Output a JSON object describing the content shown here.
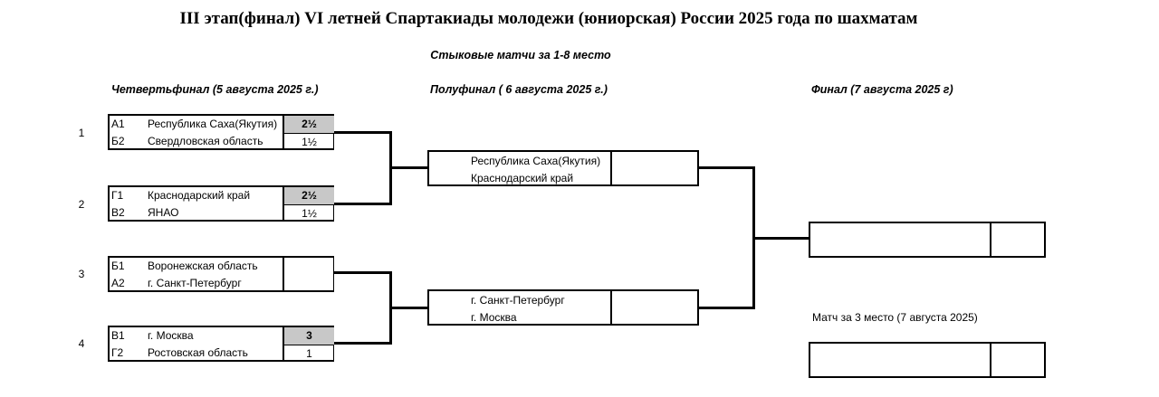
{
  "title": "III этап(финал) VI летней Спартакиады молодежи (юниорская) России 2025 года по шахматам",
  "subtitle": "Стыковые матчи за 1-8 место",
  "rounds": {
    "quarterfinal": "Четвертьфинал (5 августа 2025 г.)",
    "semifinal": "Полуфинал ( 6 августа 2025 г.)",
    "final": "Финал (7 августа 2025 г)"
  },
  "quarterfinals": [
    {
      "seed": "1",
      "top": {
        "code": "А1",
        "team": "Республика Саха(Якутия)",
        "score": "2½",
        "winner": true
      },
      "bottom": {
        "code": "Б2",
        "team": "Свердловская область",
        "score": "1½",
        "winner": false
      }
    },
    {
      "seed": "2",
      "top": {
        "code": "Г1",
        "team": "Краснодарский край",
        "score": "2½",
        "winner": true
      },
      "bottom": {
        "code": "В2",
        "team": "ЯНАО",
        "score": "1½",
        "winner": false
      }
    },
    {
      "seed": "3",
      "top": {
        "code": "Б1",
        "team": "Воронежская область",
        "score": "",
        "winner": false
      },
      "bottom": {
        "code": "А2",
        "team": "г. Санкт-Петербург",
        "score": "",
        "winner": false
      }
    },
    {
      "seed": "4",
      "top": {
        "code": "В1",
        "team": "г. Москва",
        "score": "3",
        "winner": true
      },
      "bottom": {
        "code": "Г2",
        "team": "Ростовская область",
        "score": "1",
        "winner": false
      }
    }
  ],
  "semifinals": [
    {
      "top": "Республика Саха(Якутия)",
      "bottom": "Краснодарский край"
    },
    {
      "top": "г. Санкт-Петербург",
      "bottom": "г. Москва"
    }
  ],
  "third_place_label": "Матч за 3 место (7 августа 2025)"
}
